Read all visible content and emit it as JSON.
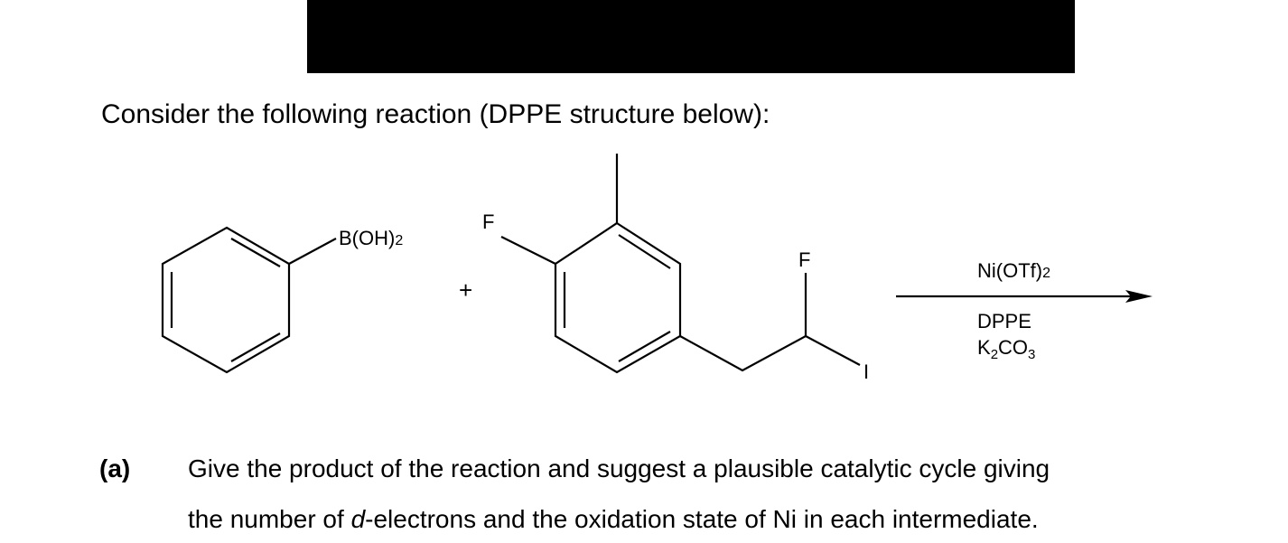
{
  "intro": "Consider the following reaction (DPPE structure below):",
  "reactant1": {
    "substituent": "B(OH)",
    "substituent_sub": "2"
  },
  "plus": "+",
  "reactant2": {
    "aryl_f": "F",
    "chain_f": "F",
    "chain_i": "I"
  },
  "conditions": {
    "above": "Ni(OTf)",
    "above_sub": "2",
    "below1": "DPPE",
    "below2_a": "K",
    "below2_sub1": "2",
    "below2_b": "CO",
    "below2_sub2": "3"
  },
  "question": {
    "label": "(a)",
    "line1": "Give the product of the reaction and suggest a plausible catalytic cycle giving",
    "line2_pre": "the number of ",
    "line2_em": "d",
    "line2_post": "-electrons and the oxidation state of Ni in each intermediate."
  }
}
